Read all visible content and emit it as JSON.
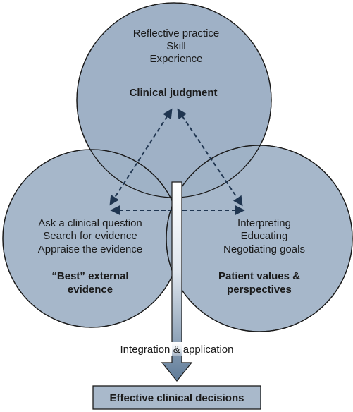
{
  "clinical_judgment": {
    "lines": [
      "Reflective practice",
      "Skill",
      "Experience"
    ],
    "title": "Clinical judgment"
  },
  "evidence": {
    "lines": [
      "Ask a clinical question",
      "Search for evidence",
      "Appraise the evidence"
    ],
    "title_line1": "“Best” external",
    "title_line2": "evidence"
  },
  "patient": {
    "lines": [
      "Interpreting",
      "Educating",
      "Negotiating goals"
    ],
    "title_line1": "Patient values &",
    "title_line2": "perspectives"
  },
  "integration_label": "Integration & application",
  "outcome_label": "Effective clinical decisions",
  "colors": {
    "circle_fill": "#9fb1c6",
    "circle_stroke": "#1a1a1a",
    "dashed_arrow": "#1f3550",
    "arrow_gradient_top": "#ffffff",
    "arrow_gradient_bottom": "#5f7b98",
    "outcome_box_fill": "#a9b9cb"
  }
}
